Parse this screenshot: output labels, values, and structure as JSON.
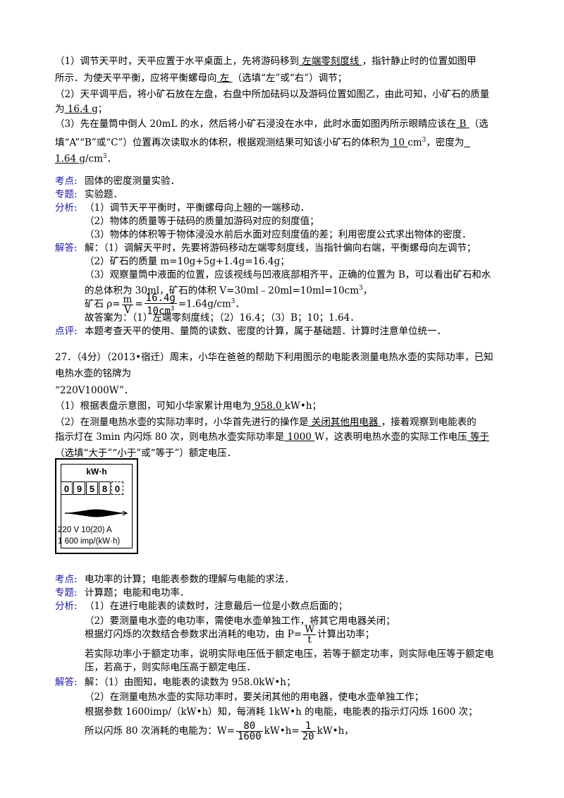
{
  "q26": {
    "l1a": "（1）调节天平时，天平应置于水平桌面上，先将游码移到",
    "l1ans": "  左端零刻度线  ",
    "l1b": "，指针静止时的位置如图甲",
    "l2a": "所示．为使天平平衡，应将平衡螺母向",
    "l2ans": "  左  ",
    "l2b": "（选填“左”或“右”）调节；",
    "l3": "（2）天平调平后，将小矿石放在左盘，右盘中所加砝码以及游码位置如图乙，由此可知，小矿石的质量",
    "l4a": "为",
    "l4ans": "  16.4  ",
    "l4b": "g；",
    "l5": "（3）先在量筒中倒人 20mL 的水，然后将小矿石浸没在水中，此时水面如图丙所示眼睛应该在",
    "l5ans": "  B  ",
    "l5b": "（选",
    "l6a": "填“A”“B”或“C”）位置再次读取水的体积，根据观测结果可知该小矿石的体积为",
    "l6ans": "  10  ",
    "l6b": "cm",
    "l6c": "，密度为",
    "l7ans": "1.64  ",
    "l7b": "g/cm",
    "kaodian_label": "考点:",
    "kaodian": "固体的密度测量实验．",
    "zhuanti_label": "专题:",
    "zhuanti": "实验题．",
    "fenxi_label": "分析:",
    "fenxi1": "（1）调节天平平衡时，平衡螺母向上翘的一端移动．",
    "fenxi2": "（2）物体的质量等于砝码的质量加游码对应的刻度值；",
    "fenxi3": "（3）物体的体积等于物体浸没水前后水面对应刻度值的差；利用密度公式求出物体的密度．",
    "jieda_label": "解答:",
    "jieda1": "解：（1）调解天平时，先要将游码移动左端零刻度线，当指针偏向右端，平衡螺母向左调节；",
    "jieda2": "（2）矿石的质量 m=10g+5g+1.4g=16.4g；",
    "jieda3": "（3）观察量筒中液面的位置，应该视线与凹液底部相齐平，正确的位置为 B，可以看出矿石和水",
    "jieda4": "的总体积为 30ml，矿石的体积 V=30ml﹣20ml=10ml=10cm",
    "rho_a": "矿石 ρ=",
    "rho_num_top": "m",
    "rho_num_bot": "V",
    "rho_eq": "=",
    "rho_val_top": "16.4g",
    "rho_val_bot": "10cm",
    "rho_end": "=1.64g/cm",
    "answer_line": "故答案为：（1）左端零刻度线；（2）16.4；（3）B；10；1.64．",
    "pingping_label": "点评:",
    "pingping": "本题考查天平的使用、量筒的读数、密度的计算，属于基础题．计算时注意单位统一．"
  },
  "q27": {
    "head": "27．（4分）（2013•宿迁）周末，小华在爸爸的帮助下利用图示的电能表测量电热水壶的实际功率，已知",
    "head2": "电热水壶的铭牌为",
    "head3": "“220V1000W”．",
    "p1a": "（1）根据表盘示意图，可知小华家累计用电为",
    "p1ans": "  958.0  ",
    "p1b": "kW•h；",
    "p2a": "（2）在测量电热水壶的实际功率时，小华首先进行的操作是",
    "p2ans": "  关闭其他用电器  ",
    "p2b": "，接着观察到电能表的",
    "p3a": "指示灯在 3min 内闪烁 80 次，则电热水壶实际功率是",
    "p3ans": "  1000  ",
    "p3b": "W，这表明电热水壶的实际工作电压",
    "p3ans2": "  等于",
    "p4": "（选填“大于”“小于”或“等于”）额定电压．",
    "meter": {
      "unit": "kW·h",
      "digits": [
        "0",
        "9",
        "5",
        "8",
        "0"
      ],
      "spec1": "220 V   10(20) A",
      "spec2": "1 600 imp/(kW·h)"
    },
    "kaodian_label": "考点:",
    "kaodian": "电功率的计算；电能表参数的理解与电能的求法．",
    "zhuanti_label": "专题:",
    "zhuanti": "计算题；电能和电功率．",
    "fenxi_label": "分析:",
    "fenxi1": "（1）在进行电能表的读数时，注意最后一位是小数点后面的；",
    "fenxi2": "（2）要测量电水壶的电功率，需使电水壶单独工作，将其它用电器关闭；",
    "fenxi3a": "根据灯闪烁的次数结合参数求出消耗的电功，由 P=",
    "fenxi3_top": "W",
    "fenxi3_bot": "t",
    "fenxi3b": "计算出功率；",
    "fenxi4": "若实际功率小于额定功率，说明实际电压低于额定电压，若等于额定功率，则实际电压等于额定电",
    "fenxi5": "压，若高于，则实际电压高于额定电压．",
    "jieda_label": "解答:",
    "jieda1": "解：（1）由图知，电能表的读数为 958.0kW•h；",
    "jieda2": "（2）在测量电热水壶的实际功率时，要关闭其他的用电器，使电水壶单独工作；",
    "jieda3": "根据参数 1600imp/（kW•h）知，每消耗 1kW•h 的电能，电能表的指示灯闪烁 1600 次；",
    "jieda4a": "所以闪烁 80 次消耗的电能为：W=",
    "jieda4_top1": "80",
    "jieda4_bot1": "1600",
    "jieda4_mid": "kW•h=",
    "jieda4_top2": "1",
    "jieda4_bot2": "20",
    "jieda4_end": "kW•h，"
  }
}
